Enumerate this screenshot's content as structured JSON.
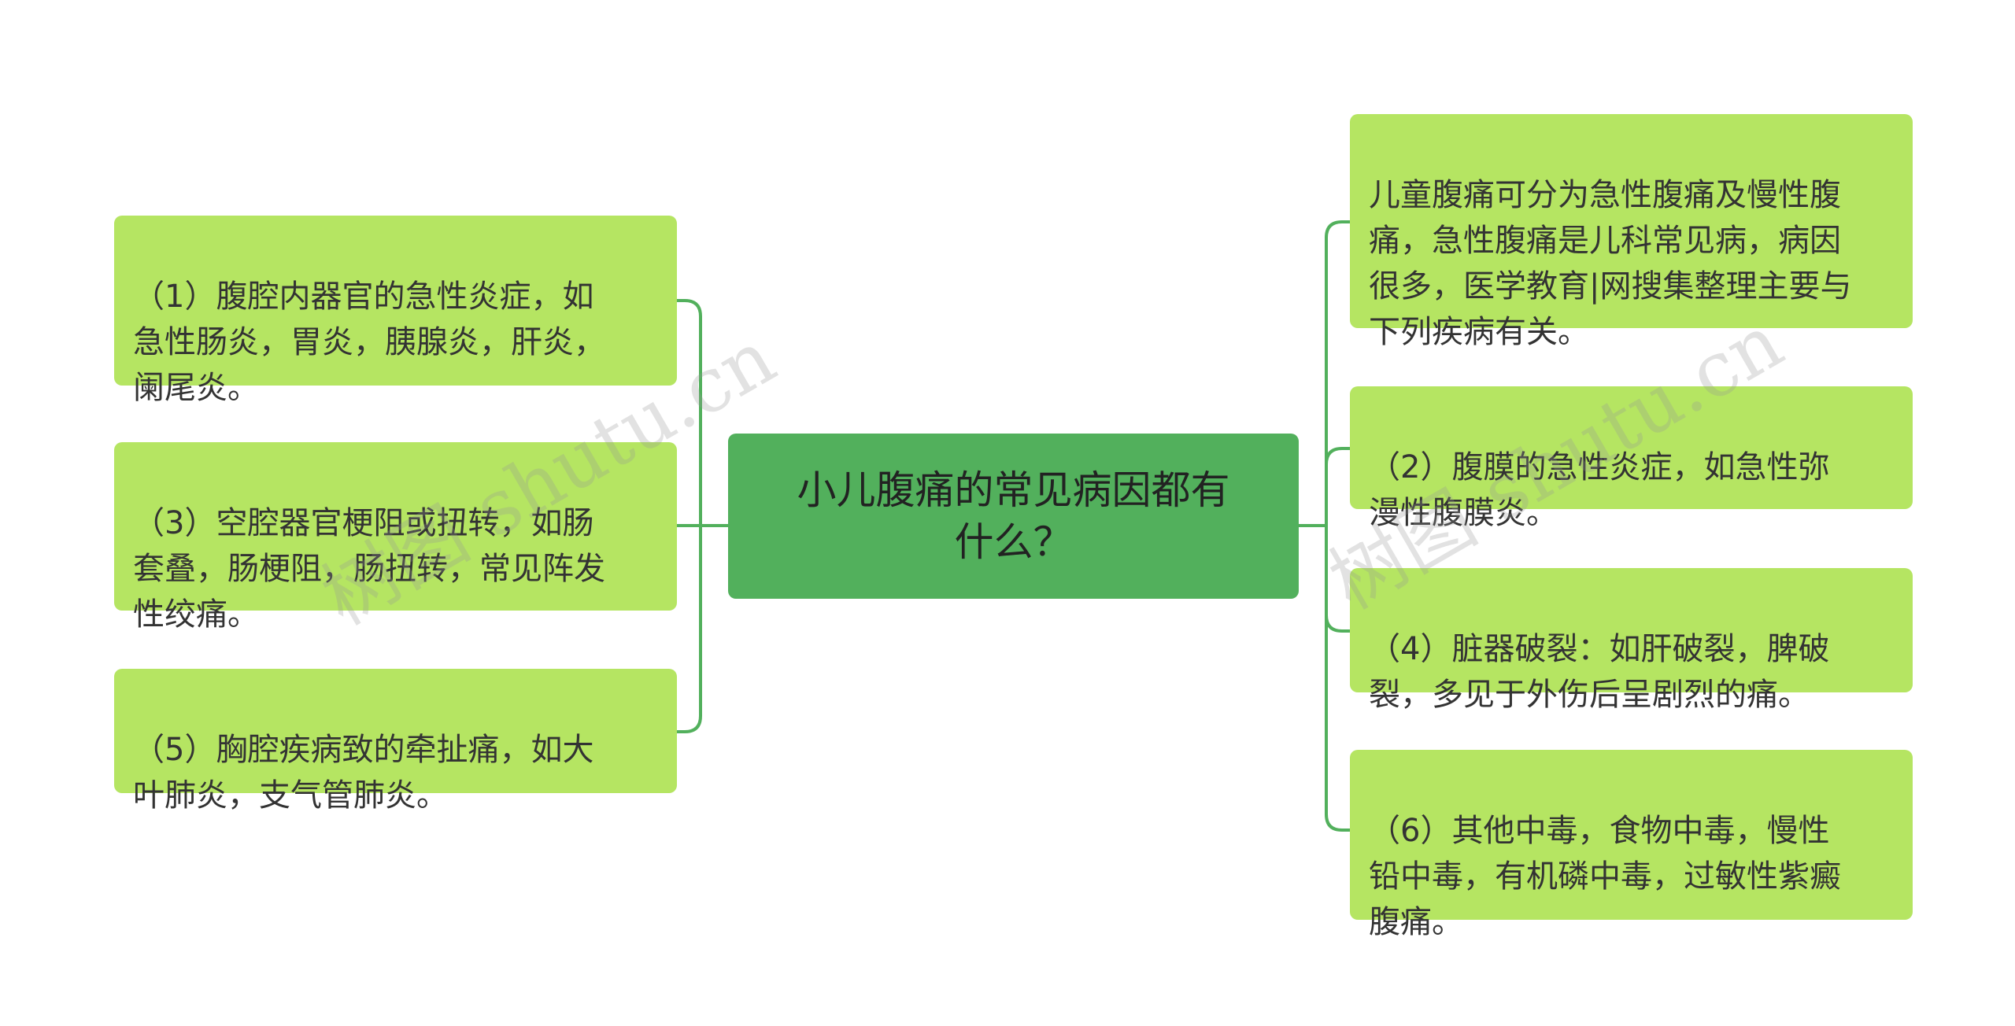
{
  "center": {
    "text": "小儿腹痛的常见病因都有\n什么？"
  },
  "left_nodes": [
    {
      "text": "（1）腹腔内器官的急性炎症，如\n急性肠炎，胃炎，胰腺炎，肝炎，\n阑尾炎。"
    },
    {
      "text": "（3）空腔器官梗阻或扭转，如肠\n套叠，肠梗阻，肠扭转，常见阵发\n性绞痛。"
    },
    {
      "text": "（5）胸腔疾病致的牵扯痛，如大\n叶肺炎，支气管肺炎。"
    }
  ],
  "right_nodes": [
    {
      "text": "儿童腹痛可分为急性腹痛及慢性腹\n痛，急性腹痛是儿科常见病，病因\n很多，医学教育|网搜集整理主要与\n下列疾病有关。"
    },
    {
      "text": "（2）腹膜的急性炎症，如急性弥\n漫性腹膜炎。"
    },
    {
      "text": "（4）脏器破裂：如肝破裂，脾破\n裂，多见于外伤后呈剧烈的痛。"
    },
    {
      "text": "（6）其他中毒，食物中毒，慢性\n铅中毒，有机磷中毒，过敏性紫癜\n腹痛。"
    }
  ],
  "watermarks": [
    "树图 shutu.cn",
    "树图 shutu.cn"
  ],
  "colors": {
    "center_fill": "#52b05c",
    "node_fill": "#b5e562",
    "connector": "#52b05c"
  }
}
